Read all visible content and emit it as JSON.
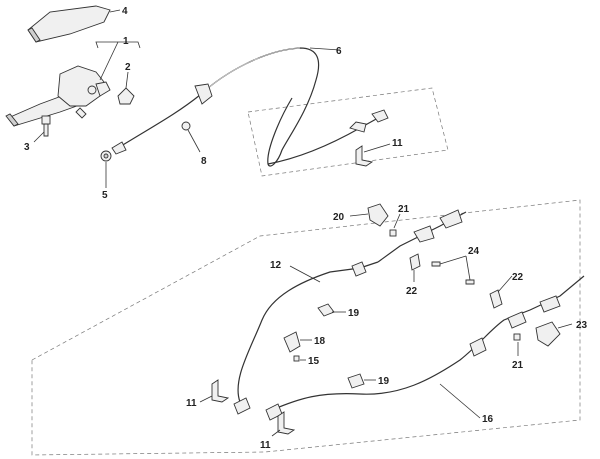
{
  "callouts": [
    {
      "id": "c4",
      "text": "4"
    },
    {
      "id": "c1",
      "text": "1"
    },
    {
      "id": "c2",
      "text": "2"
    },
    {
      "id": "c3",
      "text": "3"
    },
    {
      "id": "c6",
      "text": "6"
    },
    {
      "id": "c8",
      "text": "8"
    },
    {
      "id": "c5",
      "text": "5"
    },
    {
      "id": "c11a",
      "text": "11"
    },
    {
      "id": "c20",
      "text": "20"
    },
    {
      "id": "c21a",
      "text": "21"
    },
    {
      "id": "c12",
      "text": "12"
    },
    {
      "id": "c24",
      "text": "24"
    },
    {
      "id": "c22a",
      "text": "22"
    },
    {
      "id": "c22b",
      "text": "22"
    },
    {
      "id": "c19a",
      "text": "19"
    },
    {
      "id": "c18",
      "text": "18"
    },
    {
      "id": "c15",
      "text": "15"
    },
    {
      "id": "c23",
      "text": "23"
    },
    {
      "id": "c21b",
      "text": "21"
    },
    {
      "id": "c19b",
      "text": "19"
    },
    {
      "id": "c11b",
      "text": "11"
    },
    {
      "id": "c16",
      "text": "16"
    },
    {
      "id": "c11c",
      "text": "11"
    }
  ]
}
